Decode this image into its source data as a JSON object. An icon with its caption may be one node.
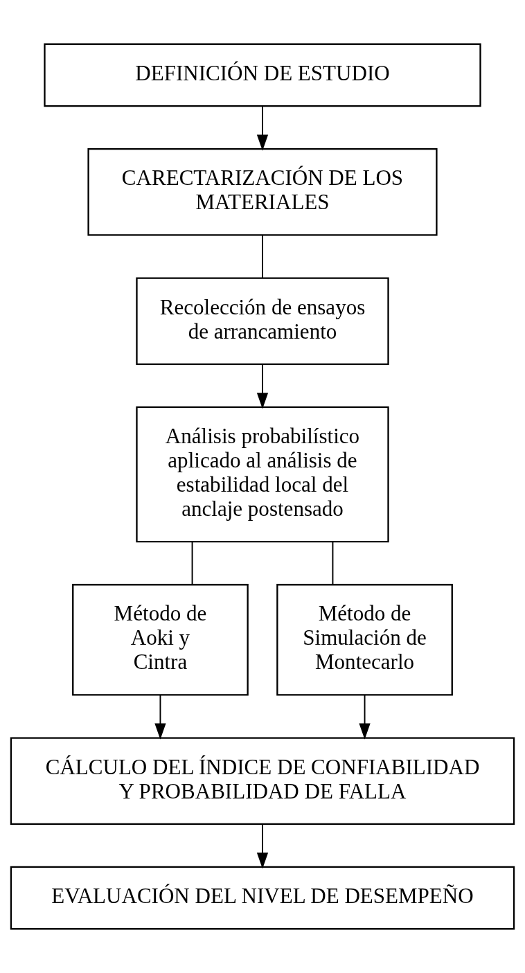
{
  "diagram": {
    "nodes": [
      {
        "text": [
          "DEFINICIÓN DE ESTUDIO"
        ]
      },
      {
        "text": [
          "CARECTARIZACIÓN DE LOS MATERIALES"
        ]
      },
      {
        "text": [
          "Recolección de ensayos de arrancamiento"
        ]
      },
      {
        "text": [
          "Análisis probabilístico aplicado al análisis de estabilidad local del anclaje postensado"
        ]
      },
      {
        "text": [
          "Método de Aoki y Cintra"
        ]
      },
      {
        "text": [
          "Método de Simulación de Montecarlo"
        ]
      },
      {
        "text": [
          "CÁLCULO DEL ÍNDICE DE CONFIABILIDAD Y PROBABILIDAD DE FALLA"
        ]
      },
      {
        "text": [
          "EVALUACIÓN DEL NIVEL DE DESEMPEÑO"
        ]
      }
    ],
    "edges": [
      {
        "from": 0,
        "to": 1,
        "arrow": "to"
      },
      {
        "from": 1,
        "to": 2,
        "arrow": "none"
      },
      {
        "from": 2,
        "to": 3,
        "arrow": "to"
      },
      {
        "from": 3,
        "to": 4,
        "arrow": "none"
      },
      {
        "from": 3,
        "to": 5,
        "arrow": "none"
      },
      {
        "from": 4,
        "to": 6,
        "arrow": "to"
      },
      {
        "from": 5,
        "to": 6,
        "arrow": "to"
      },
      {
        "from": 6,
        "to": 7,
        "arrow": "to"
      }
    ]
  }
}
